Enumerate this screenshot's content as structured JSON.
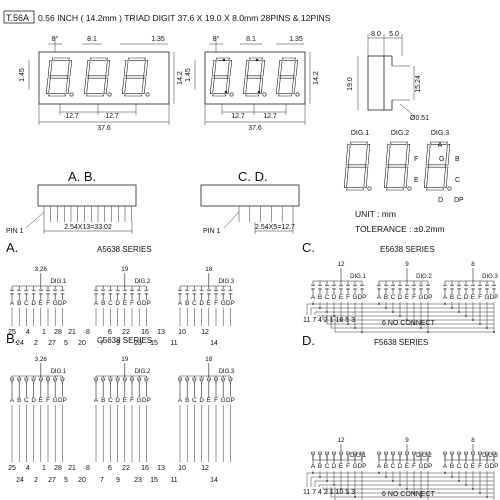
{
  "header": {
    "code": "T.56A",
    "description": "0.56  INCH ( 14.2mm )  TRIAD  DIGIT  37.6 X 19.0 X 8.0mm  28PINS & 12PINS"
  },
  "front_view_1": {
    "angle": "8°",
    "pitch": "8.1",
    "seg_w": "1.35",
    "left_h": "1.45",
    "height": "14.2",
    "dim_a": "12.7",
    "dim_b": "12.7",
    "width": "37.6"
  },
  "front_view_2": {
    "angle": "8°",
    "pitch": "8.1",
    "seg_w": "1.35",
    "left_h": "1.45",
    "height": "14.2",
    "dim_a": "12.7",
    "dim_b": "12.7",
    "width": "37.6"
  },
  "side_view": {
    "d1": "8.0",
    "d2": "5.0",
    "height": "19.0",
    "pin_span": "15.24",
    "pin_dia": "Ø0.51"
  },
  "digit_legend": {
    "digits": [
      "DIG.1",
      "DIG.2",
      "DIG.3"
    ],
    "seg_labels": [
      "A",
      "F",
      "G",
      "B",
      "E",
      "C",
      "D",
      "DP"
    ]
  },
  "pin_views": {
    "ab_title": "A.   B.",
    "cd_title": "C.   D.",
    "ab_pin1": "PIN 1",
    "cd_pin1": "PIN 1",
    "ab_dim": "2.54X13=33.02",
    "cd_dim": "2.54X5=12.7"
  },
  "units": {
    "unit": "UNIT : mm",
    "tolerance": "TOLERANCE : ±0.2mm"
  },
  "seg_names": [
    "A",
    "B",
    "C",
    "D",
    "E",
    "F",
    "G",
    "DP"
  ],
  "circuits": {
    "A": {
      "letter": "A.",
      "series": "A5638  SERIES",
      "commons": [
        "3,26",
        "19",
        "18"
      ],
      "digit_labels": [
        "DIG.1",
        "DIG.2",
        "DIG.3"
      ],
      "pins_top": [
        "25",
        "4",
        "1",
        "28",
        "21",
        "8",
        "6",
        "22",
        "16",
        "13",
        "10",
        "12"
      ],
      "pins_bottom": [
        "24",
        "2",
        "27",
        "5",
        "20",
        "7",
        "9",
        "23",
        "15",
        "11",
        "14"
      ]
    },
    "B": {
      "letter": "B.",
      "series": "C5638  SERIES",
      "commons": [
        "3,26",
        "19",
        "18"
      ],
      "digit_labels": [
        "DIG.1",
        "DIG.2",
        "DIG.3"
      ],
      "pins_top": [
        "25",
        "4",
        "1",
        "28",
        "21",
        "8",
        "6",
        "22",
        "16",
        "13",
        "10",
        "12"
      ],
      "pins_bottom": [
        "24",
        "2",
        "27",
        "5",
        "20",
        "7",
        "9",
        "23",
        "15",
        "11",
        "14"
      ]
    },
    "C": {
      "letter": "C.",
      "series": "E5638  SERIES",
      "commons": [
        "12",
        "9",
        "8"
      ],
      "digit_labels": [
        "DIG.1",
        "DIG.2",
        "DIG.3"
      ],
      "pins": "11 7 4 2 1 10 5 3",
      "note": "6 NO CONNECT"
    },
    "D": {
      "letter": "D.",
      "series": "F5638  SERIES",
      "commons": [
        "12",
        "9",
        "8"
      ],
      "digit_labels": [
        "DIG.1",
        "DIG.2",
        "DIG.3"
      ],
      "pins": "11 7 4 2 1 10 5 3",
      "note": "6 NO CONNECT"
    }
  }
}
